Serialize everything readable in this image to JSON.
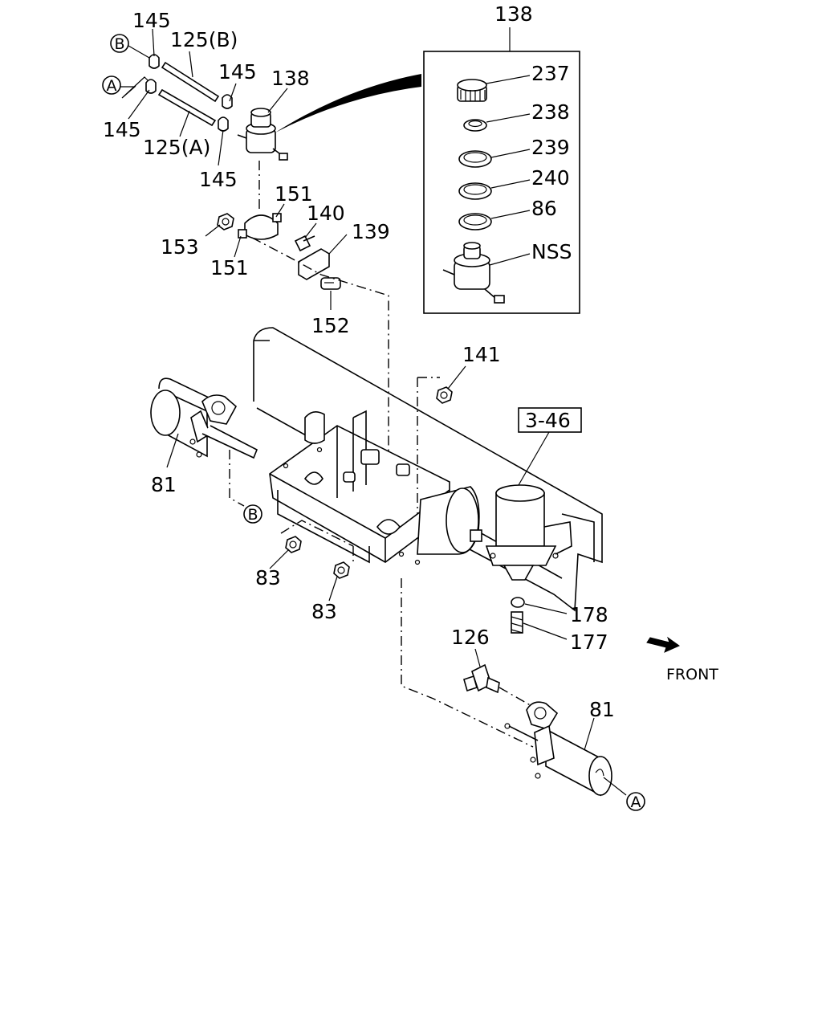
{
  "diagram": {
    "callouts": {
      "c145a": "145",
      "c125b": "125(B)",
      "c145b": "145",
      "c138a": "138",
      "c145c": "145",
      "c125a": "125(A)",
      "c145d": "145",
      "c151a": "151",
      "c140": "140",
      "c139": "139",
      "c153": "153",
      "c151b": "151",
      "c152": "152",
      "c138box": "138",
      "c237": "237",
      "c238": "238",
      "c239": "239",
      "c240": "240",
      "c86": "86",
      "cnss": "NSS",
      "c141": "141",
      "c346": "3-46",
      "c81a": "81",
      "c83a": "83",
      "c83b": "83",
      "c178": "178",
      "c177": "177",
      "c126": "126",
      "c81b": "81",
      "front": "FRONT"
    },
    "markers": {
      "b_top": "B",
      "a_top": "A",
      "b_mid": "B",
      "a_bot": "A"
    }
  }
}
